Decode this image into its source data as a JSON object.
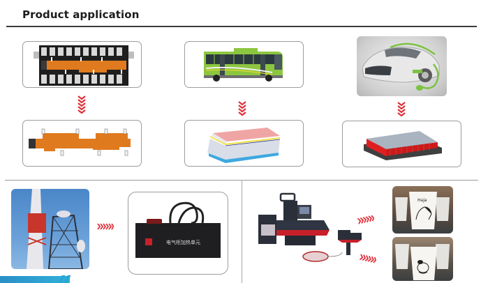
{
  "header": {
    "title": "Product application"
  },
  "colors": {
    "title": "#1c1c1c",
    "rule": "#3a3a3a",
    "arrow": "#e0303a",
    "frame_border": "#9c9c9c",
    "banner": "#2a9fd0"
  },
  "top_flows": [
    {
      "source": {
        "icon": "battery-module-with-flex-circuit-icon",
        "caption": ""
      },
      "arrow": "chevron-down-icon",
      "result": {
        "icon": "orange-flexible-heating-film-icon",
        "caption": ""
      }
    },
    {
      "source": {
        "icon": "green-electric-bus-icon",
        "caption": ""
      },
      "arrow": "chevron-down-icon",
      "result": {
        "icon": "bus-battery-pack-with-heating-pad-icon",
        "caption": ""
      }
    },
    {
      "source": {
        "icon": "electric-car-charging-icon",
        "caption": ""
      },
      "arrow": "chevron-down-icon",
      "result": {
        "icon": "ev-battery-pack-red-heater-icon",
        "caption": ""
      }
    }
  ],
  "bottom_left_flow": {
    "source": {
      "icon": "telecom-tower-photo-icon"
    },
    "arrow": "chevron-right-icon",
    "result": {
      "icon": "electrical-cabinet-heating-unit-icon",
      "panel_label": "电气柜加热单元"
    }
  },
  "bottom_right_flow": {
    "source": {
      "icon": "heat-press-machine-icon"
    },
    "arrows": [
      "chevron-right-icon",
      "chevron-right-icon"
    ],
    "results": [
      {
        "icon": "printed-paper-cups-horse-icon",
        "cup_text": "Haja"
      },
      {
        "icon": "printed-paper-cups-cartoon-icon",
        "cup_text": ""
      }
    ]
  },
  "footer_banner": {
    "text": "­"
  }
}
